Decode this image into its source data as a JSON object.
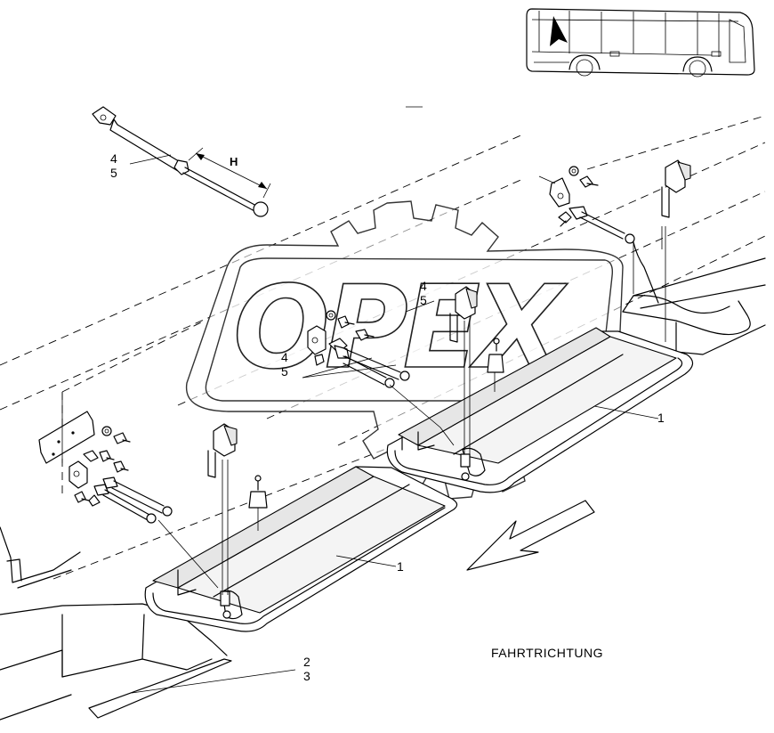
{
  "labels": {
    "gas_spring_upper_a": "4",
    "gas_spring_upper_b": "5",
    "dimension": "H",
    "gas_spring_mid_a": "4",
    "gas_spring_mid_b": "5",
    "gas_spring_left_a": "4",
    "gas_spring_left_b": "5",
    "flap_right": "1",
    "flap_left": "1",
    "seal_a": "2",
    "seal_b": "3"
  },
  "caption": "FAHRTRICHTUNG",
  "watermark": "OPEX"
}
